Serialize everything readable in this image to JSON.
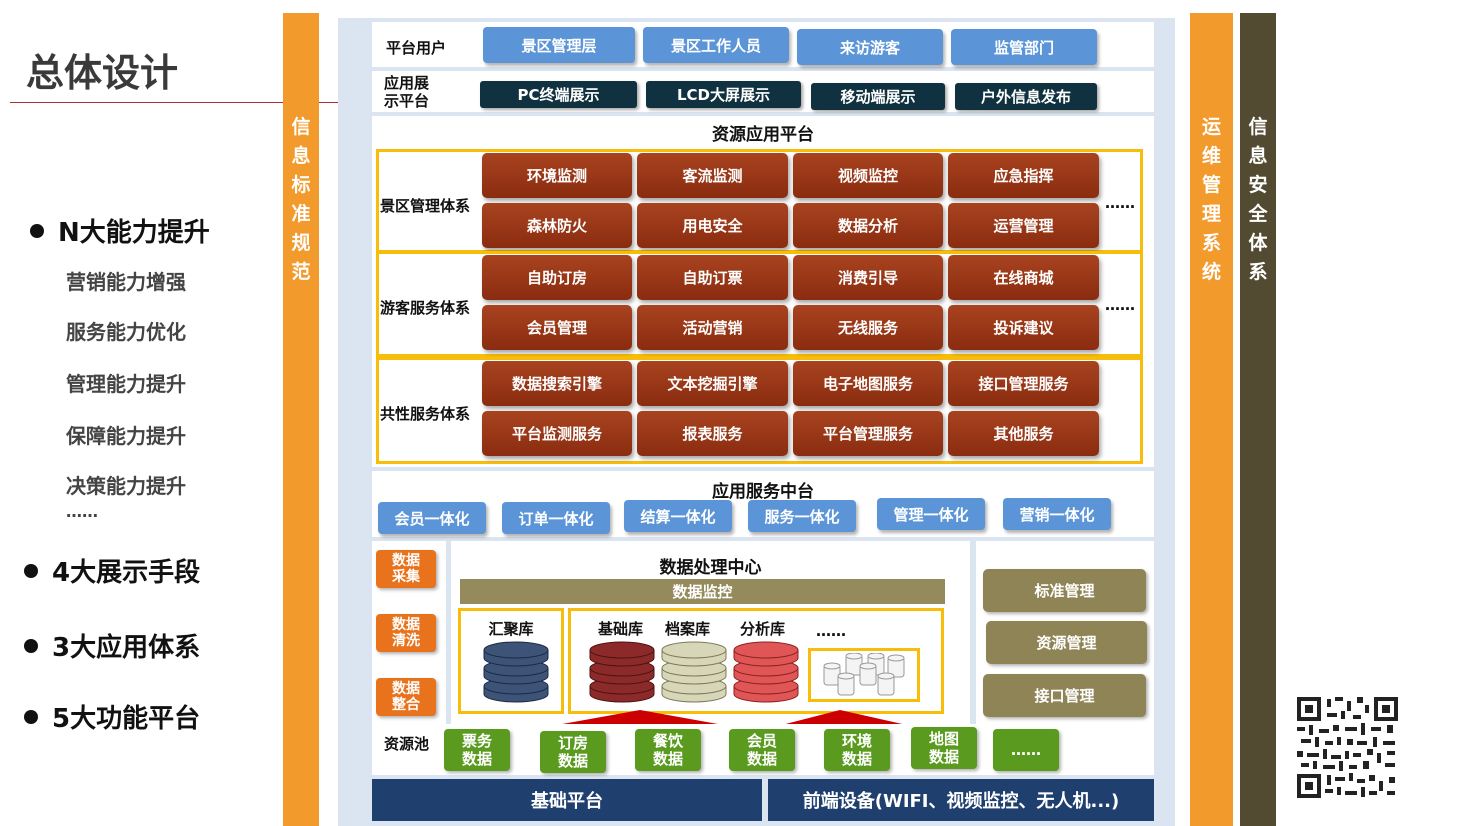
{
  "page_title": "总体设计",
  "bullets": [
    {
      "label": "N大能力提升",
      "subs": [
        "营销能力增强",
        "服务能力优化",
        "管理能力提升",
        "保障能力提升",
        "决策能力提升",
        "……"
      ]
    },
    {
      "label": "4大展示手段"
    },
    {
      "label": "3大应用体系"
    },
    {
      "label": "5大功能平台"
    }
  ],
  "side_bars": {
    "left": [
      "信",
      "息",
      "标",
      "准",
      "规",
      "范"
    ],
    "ops": [
      "运",
      "维",
      "管",
      "理",
      "系",
      "统"
    ],
    "security": [
      "信",
      "息",
      "安",
      "全",
      "体",
      "系"
    ]
  },
  "platform_users": {
    "label": "平台用户",
    "items": [
      "景区管理层",
      "景区工作人员",
      "来访游客",
      "监管部门"
    ]
  },
  "display_platform": {
    "label_1": "应用展",
    "label_2": "示平台",
    "items": [
      "PC终端展示",
      "LCD大屏展示",
      "移动端展示",
      "户外信息发布"
    ]
  },
  "resource_app": {
    "title": "资源应用平台",
    "groups": [
      {
        "label": "景区管理体系",
        "items": [
          "环境监测",
          "客流监测",
          "视频监控",
          "应急指挥",
          "森林防火",
          "用电安全",
          "数据分析",
          "运营管理"
        ],
        "more": "……"
      },
      {
        "label": "游客服务体系",
        "items": [
          "自助订房",
          "自助订票",
          "消费引导",
          "在线商城",
          "会员管理",
          "活动营销",
          "无线服务",
          "投诉建议"
        ],
        "more": "……"
      },
      {
        "label": "共性服务体系",
        "items": [
          "数据搜索引擎",
          "文本挖掘引擎",
          "电子地图服务",
          "接口管理服务",
          "平台监测服务",
          "报表服务",
          "平台管理服务",
          "其他服务"
        ]
      }
    ]
  },
  "middle_platform": {
    "title": "应用服务中台",
    "items": [
      "会员一体化",
      "订单一体化",
      "结算一体化",
      "服务一体化",
      "管理一体化",
      "营销一体化"
    ]
  },
  "data_center": {
    "title": "数据处理中心",
    "monitor": "数据监控",
    "left_steps": [
      [
        "数据",
        "采集"
      ],
      [
        "数据",
        "清洗"
      ],
      [
        "数据",
        "整合"
      ]
    ],
    "agg_lib": "汇聚库",
    "libs": [
      "基础库",
      "档案库",
      "分析库"
    ],
    "libs_more": "……",
    "right_items": [
      "标准管理",
      "资源管理",
      "接口管理"
    ]
  },
  "resource_pool": {
    "label": "资源池",
    "items": [
      [
        "票务",
        "数据"
      ],
      [
        "订房",
        "数据"
      ],
      [
        "餐饮",
        "数据"
      ],
      [
        "会员",
        "数据"
      ],
      [
        "环境",
        "数据"
      ],
      [
        "地图",
        "数据"
      ]
    ],
    "more": "……"
  },
  "bottom": {
    "base": "基础平台",
    "devices": "前端设备(WIFI、视频监控、无人机...)"
  },
  "colors": {
    "orange_bar": "#f39a2c",
    "olive_bar": "#524b31",
    "gold": "#f7bd0b",
    "red_btn": "#993514",
    "blue_btn": "#5b95d8",
    "navy": "#1f3f6e"
  },
  "icons": [
    "database-icon",
    "server-cluster-icon",
    "qr-code-icon",
    "up-arrow-icon"
  ]
}
